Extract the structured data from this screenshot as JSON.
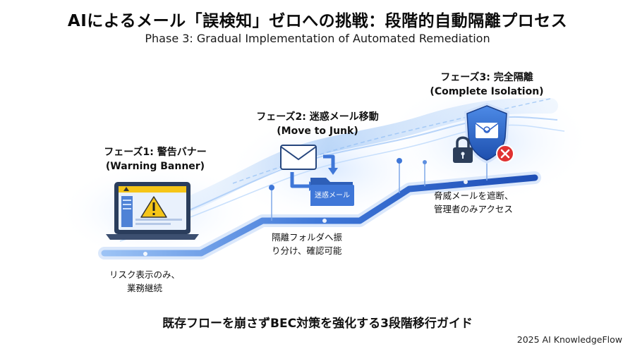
{
  "title": "AIによるメール「誤検知」ゼロへの挑戦：段階的自動隔離プロセス",
  "subtitle": "Phase 3: Gradual Implementation of Automated Remediation",
  "phases": [
    {
      "title": "フェーズ1: 警告バナー",
      "subtitle": "(Warning Banner)",
      "desc": [
        "リスク表示のみ、",
        "業務継続"
      ]
    },
    {
      "title": "フェーズ2: 迷惑メール移動",
      "subtitle": "(Move to Junk)",
      "desc": [
        "隔離フォルダへ振",
        "り分け、確認可能"
      ],
      "folder_label": "迷惑メール"
    },
    {
      "title": "フェーズ3: 完全隔離",
      "subtitle": "(Complete Isolation)",
      "desc": [
        "脅威メールを遮断、",
        "管理者のみアクセス"
      ]
    }
  ],
  "footer": {
    "guide": "既存フローを崩さずBEC対策を強化する3段階移行ガイド",
    "copyright": "2025 AI KnowledgeFlow"
  },
  "colors": {
    "path": "#2f63c9",
    "warning": "#f5c518",
    "danger": "#e03131",
    "shield": "#2f6fd1"
  },
  "icons": [
    "laptop-warning-icon",
    "envelope-icon",
    "folder-icon",
    "shield-envelope-icon",
    "padlock-icon",
    "close-icon"
  ]
}
